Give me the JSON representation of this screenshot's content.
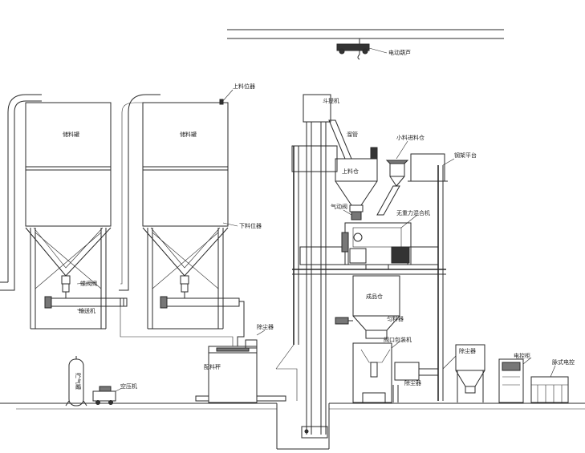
{
  "labels": {
    "electric_hoist": "电动葫芦",
    "upper_level_gauge": "上料位器",
    "storage_tank_1": "储料罐",
    "storage_tank_2": "储料罐",
    "bucket_elevator": "斗提机",
    "chute": "溜管",
    "small_material_bin": "小料进料仓",
    "steel_platform": "钢架平台",
    "upper_bin": "上料仓",
    "pneumatic_valve": "气动阀",
    "gravity_mixer": "无重力混合机",
    "lower_level_gauge": "下料位器",
    "butterfly_valve": "蝶阀阀",
    "screw_conveyor": "输送机",
    "finished_bin": "成品仓",
    "distributor": "匀料器",
    "dust_collector_bin": "除尘器",
    "packing_machine": "阀口包装机",
    "control_cabinet": "电控柜",
    "batching_scale": "配料秤",
    "air_tank": "贮气罐",
    "air_compressor": "空压机",
    "dust_remover": "除尘器",
    "pulse_dust_collector": "脉式电控"
  },
  "colors": {
    "line": "#2a2a2a",
    "background": "#ffffff"
  }
}
